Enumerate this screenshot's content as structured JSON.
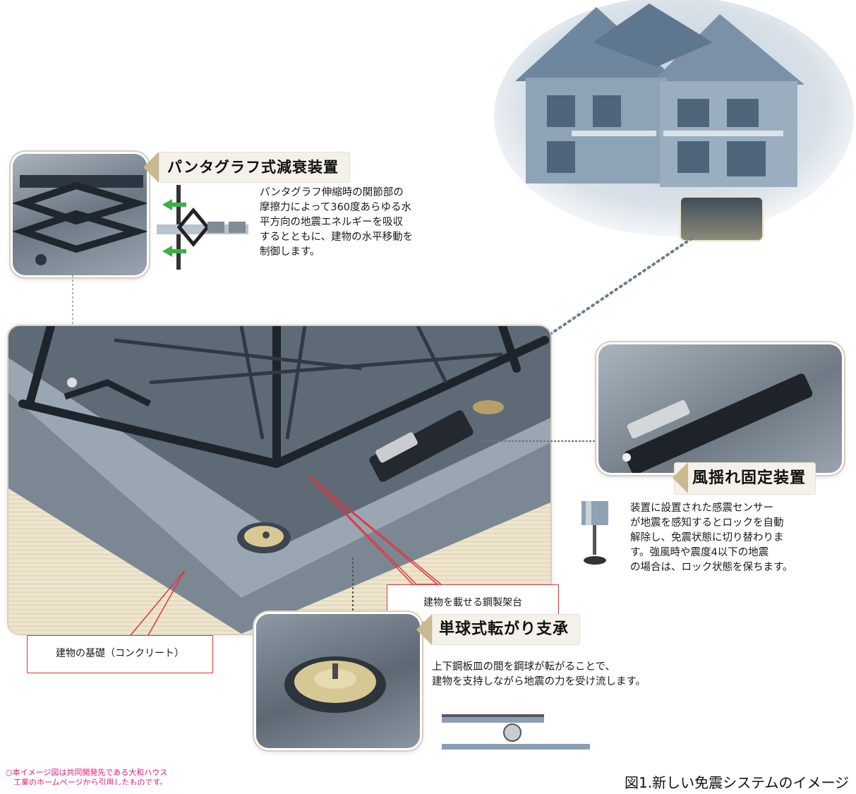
{
  "sections": {
    "pantograph": {
      "title": "パンタグラフ式減衰装置",
      "lines": [
        "パンタグラフ伸縮時の関節部の",
        "摩擦力によって360度あらゆる水",
        "平方向の地震エネルギーを吸収",
        "するとともに、建物の水平移動を",
        "制御します。"
      ]
    },
    "wind_lock": {
      "title": "風揺れ固定装置",
      "lines": [
        "装置に設置された感震センサー",
        "が地震を感知するとロックを自動",
        "解除し、免震状態に切り替わりま",
        "す。強風時や震度4以下の地震",
        "の場合は、ロック状態を保ちます。"
      ]
    },
    "ball_bearing": {
      "title": "単球式転がり支承",
      "lines": [
        "上下鋼板皿の間を鋼球が転がることで、",
        "建物を支持しながら地震の力を受け流します。"
      ]
    }
  },
  "callouts": {
    "steel_frame": "建物を載せる鋼製架台",
    "foundation": "建物の基礎（コンクリート）"
  },
  "footer": {
    "note_lines": [
      "○本イメージ図は共同開発先である大和ハウス",
      "　工業のホームページから引用したものです。"
    ],
    "figure_caption": "図1.新しい免震システムのイメージ"
  },
  "colors": {
    "callout_border": "#e0363b",
    "note_text": "#e8177b",
    "title_accent": "#c9b98f",
    "panel_bg": "#efe7d2"
  }
}
